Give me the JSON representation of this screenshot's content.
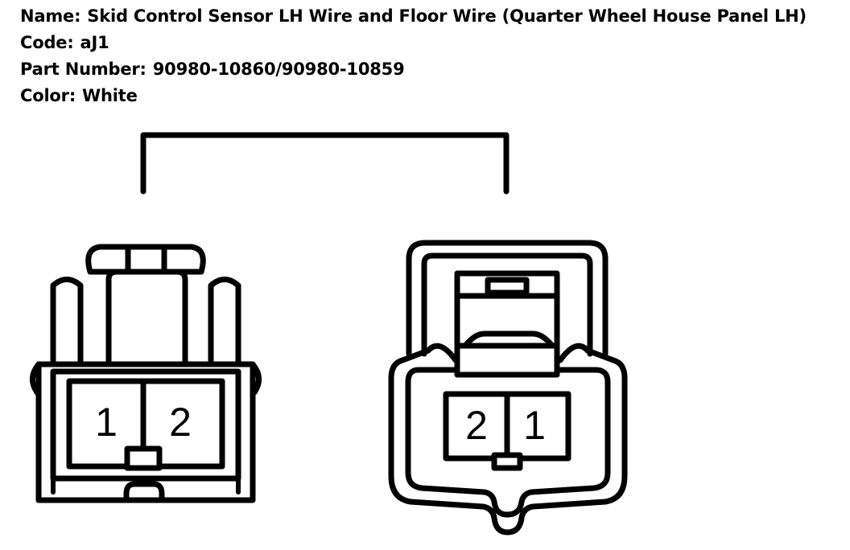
{
  "header": {
    "name_label": "Name:",
    "name_value": "Skid Control Sensor LH Wire and Floor Wire (Quarter Wheel House Panel LH)",
    "code_label": "Code:",
    "code_value": "aJ1",
    "part_label": "Part Number:",
    "part_value": "90980-10860/90980-10859",
    "color_label": "Color:",
    "color_value": "White"
  },
  "connectors": {
    "left": {
      "pins": [
        "1",
        "2"
      ]
    },
    "right": {
      "pins": [
        "2",
        "1"
      ]
    }
  },
  "colors": {
    "line": "#000000",
    "background": "#ffffff"
  }
}
